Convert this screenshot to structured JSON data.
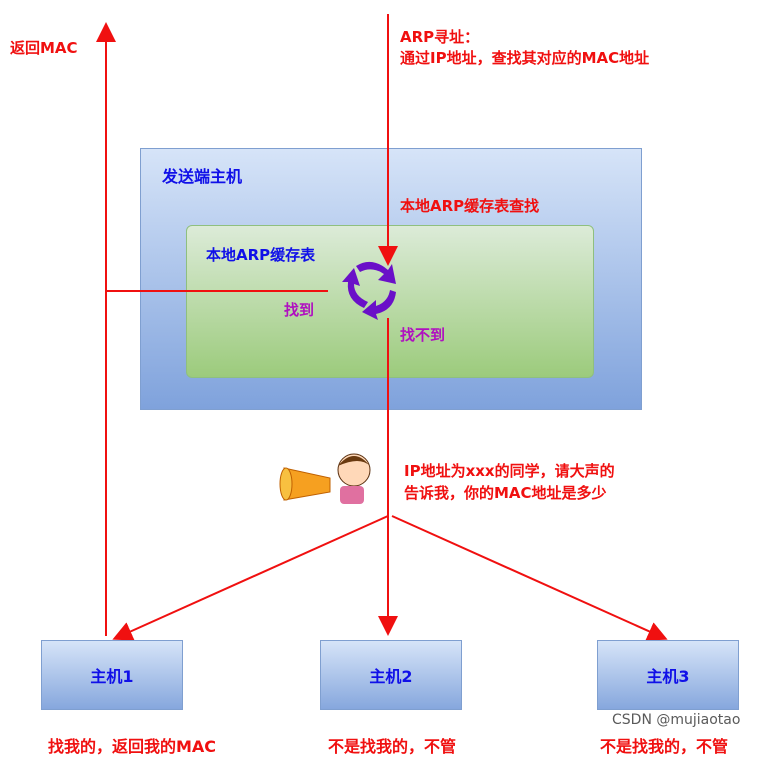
{
  "labels": {
    "return_mac": "返回MAC",
    "arp_title": "ARP寻址：",
    "arp_desc": "通过IP地址，查找其对应的MAC地址",
    "sender": "发送端主机",
    "lookup": "本地ARP缓存表查找",
    "cache": "本地ARP缓存表",
    "found": "找到",
    "not_found": "找不到",
    "broadcast_line1": "IP地址为xxx的同学，请大声的",
    "broadcast_line2": "告诉我，你的MAC地址是多少"
  },
  "hosts": [
    {
      "name": "主机1",
      "reply": "找我的，返回我的MAC"
    },
    {
      "name": "主机2",
      "reply": "不是找我的，不管"
    },
    {
      "name": "主机3",
      "reply": "不是找我的，不管"
    }
  ],
  "watermark": "CSDN @mujiaotao",
  "colors": {
    "arrow": "#f01010",
    "cycle": "#6a10c8"
  }
}
